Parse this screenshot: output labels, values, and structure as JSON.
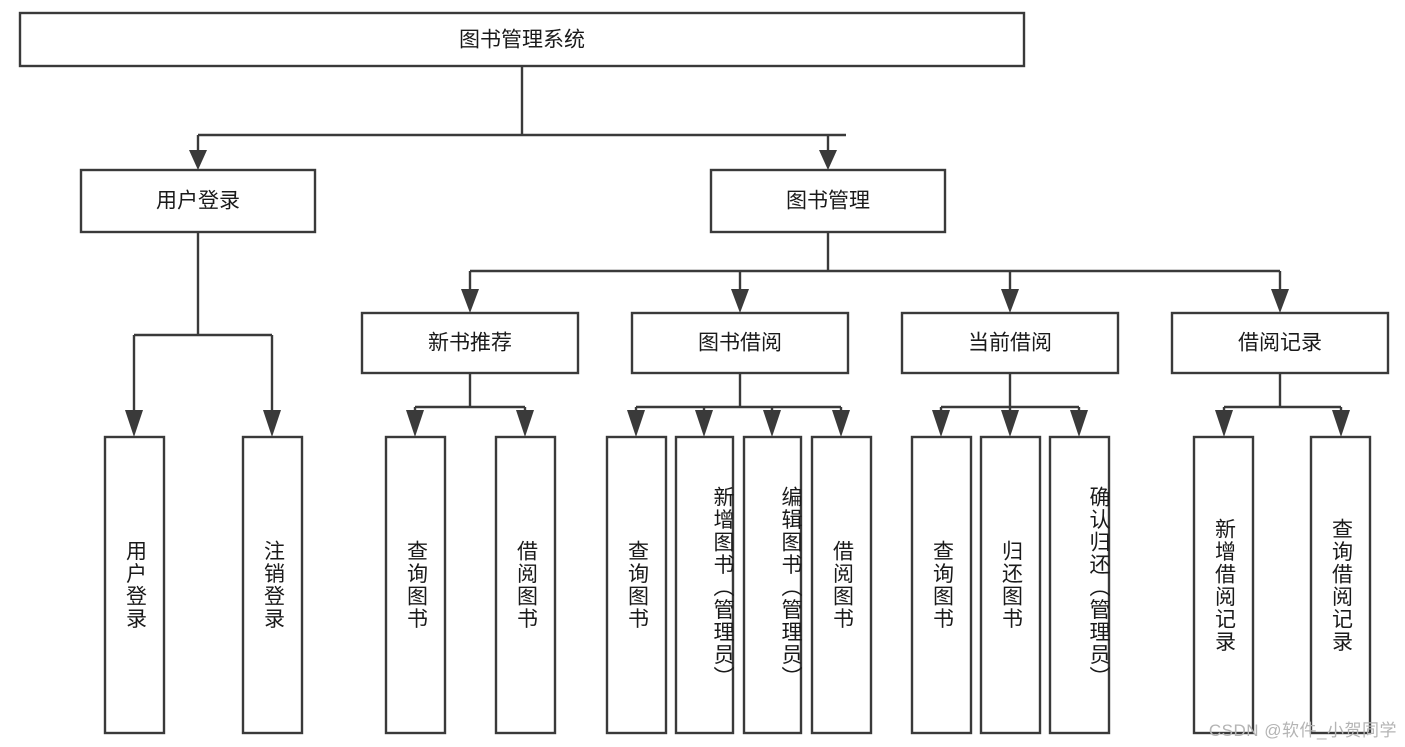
{
  "diagram": {
    "type": "hierarchy-tree",
    "title": "图书管理系统",
    "watermark": "CSDN @软件_小贺同学",
    "colors": {
      "box_stroke": "#3a3a3a",
      "box_fill": "#ffffff",
      "text": "#1a1a1a",
      "background": "#ffffff",
      "watermark": "#b4b4b4"
    },
    "root": {
      "label": "图书管理系统"
    },
    "level2": [
      {
        "label": "用户登录"
      },
      {
        "label": "图书管理"
      }
    ],
    "level3": [
      {
        "label": "新书推荐"
      },
      {
        "label": "图书借阅"
      },
      {
        "label": "当前借阅"
      },
      {
        "label": "借阅记录"
      }
    ],
    "leaves": {
      "user_login": [
        {
          "label": "用户登录"
        },
        {
          "label": "注销登录"
        }
      ],
      "new_book_recommend": [
        {
          "label": "查询图书"
        },
        {
          "label": "借阅图书"
        }
      ],
      "book_borrow": [
        {
          "label": "查询图书"
        },
        {
          "label": "新增图书（管理员）"
        },
        {
          "label": "编辑图书（管理员）"
        },
        {
          "label": "借阅图书"
        }
      ],
      "current_borrow": [
        {
          "label": "查询图书"
        },
        {
          "label": "归还图书"
        },
        {
          "label": "确认归还（管理员）"
        }
      ],
      "borrow_record": [
        {
          "label": "新增借阅记录"
        },
        {
          "label": "查询借阅记录"
        }
      ]
    }
  }
}
